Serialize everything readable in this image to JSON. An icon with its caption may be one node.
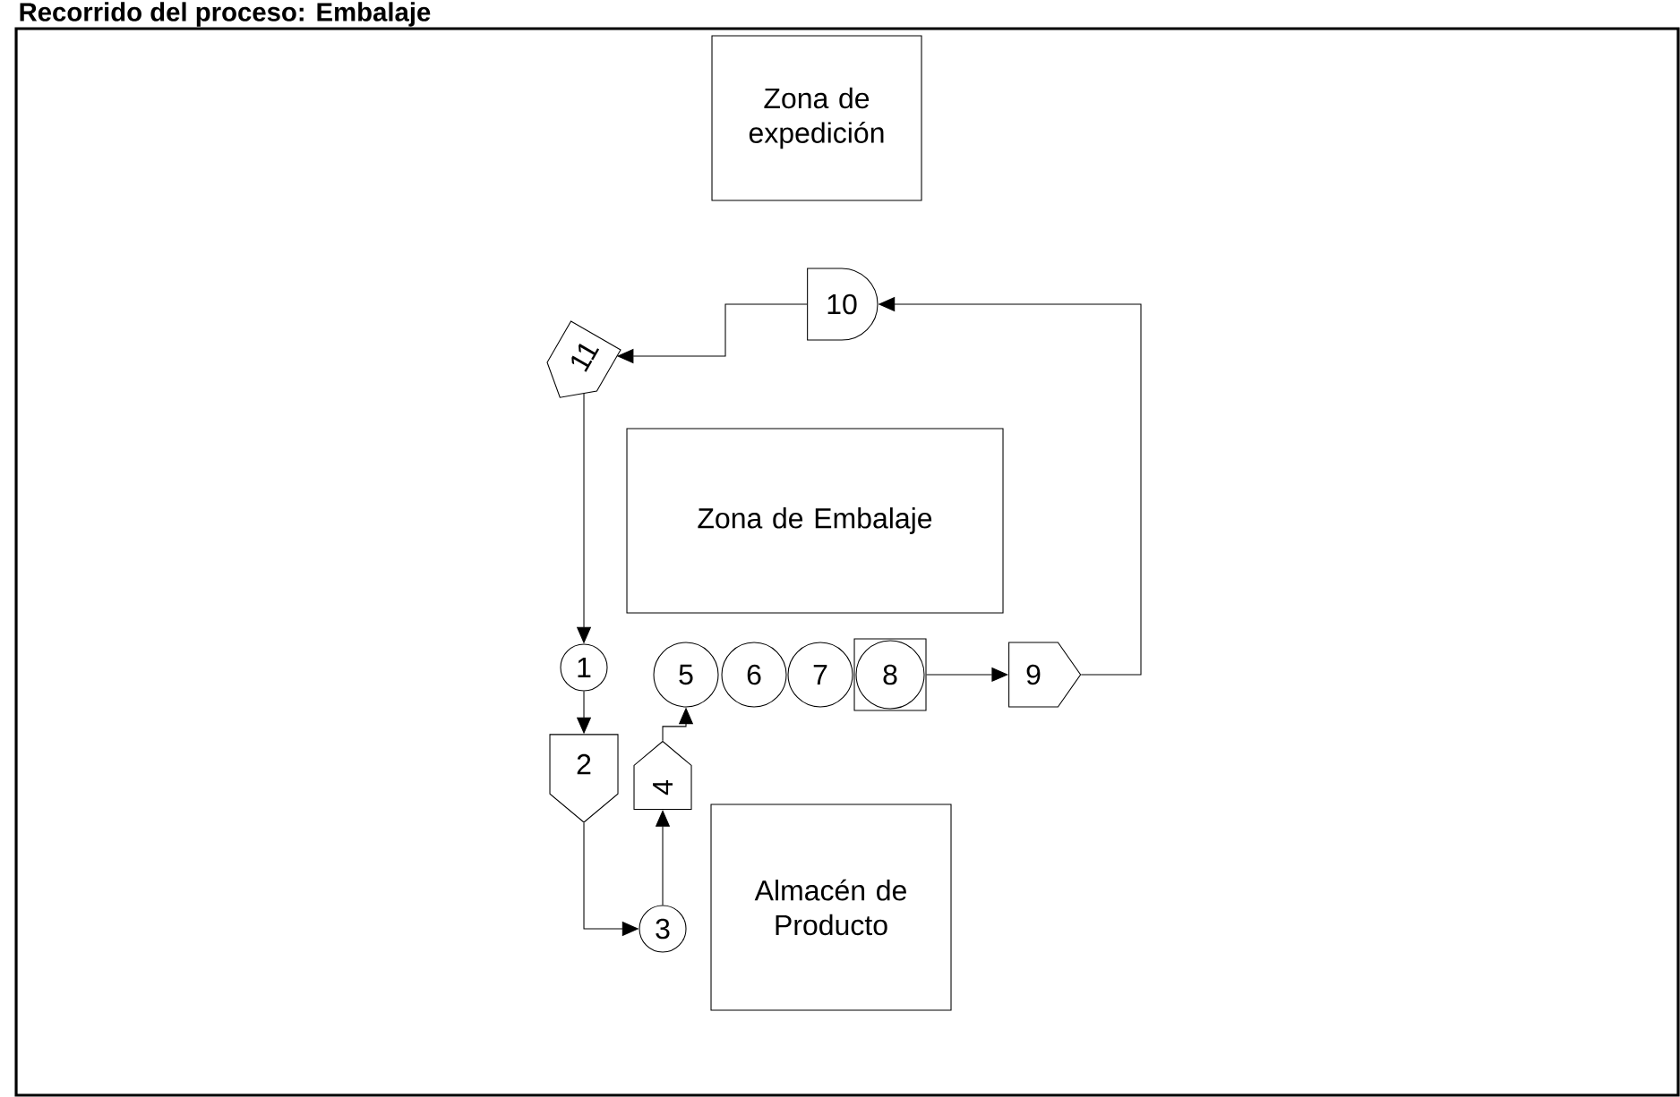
{
  "diagram": {
    "title": "Recorrido del proceso: Embalaje",
    "nodes": [
      {
        "text": [
          "Zona de expedición"
        ]
      },
      {
        "text": [
          "Zona de Embalaje"
        ]
      },
      {
        "text": [
          "Almacén de Producto"
        ]
      },
      {
        "text": [
          "1"
        ]
      },
      {
        "text": [
          "2"
        ]
      },
      {
        "text": [
          "3"
        ]
      },
      {
        "text": [
          "4"
        ]
      },
      {
        "text": [
          "5"
        ]
      },
      {
        "text": [
          "6"
        ]
      },
      {
        "text": [
          "7"
        ]
      },
      {
        "text": [
          "8"
        ]
      },
      {
        "text": [
          "9"
        ]
      },
      {
        "text": [
          "10"
        ]
      },
      {
        "text": [
          "11"
        ]
      }
    ],
    "edges": [
      {
        "from": 13,
        "to": 3,
        "arrow": "to"
      },
      {
        "from": 3,
        "to": 4,
        "arrow": "to"
      },
      {
        "from": 4,
        "to": 5,
        "arrow": "to"
      },
      {
        "from": 5,
        "to": 6,
        "arrow": "to"
      },
      {
        "from": 6,
        "to": 7,
        "arrow": "to"
      },
      {
        "from": 10,
        "to": 11,
        "arrow": "to"
      },
      {
        "from": 11,
        "to": 12,
        "arrow": "to"
      },
      {
        "from": 12,
        "to": 13,
        "arrow": "to"
      }
    ]
  }
}
